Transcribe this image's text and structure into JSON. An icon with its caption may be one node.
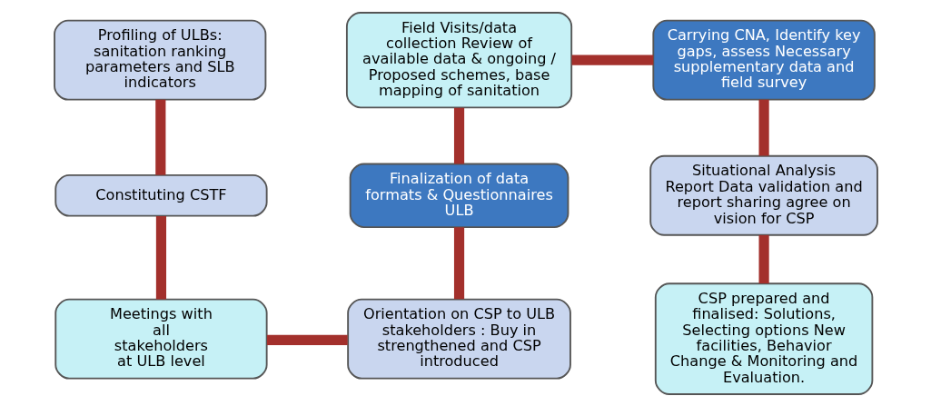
{
  "diagram": {
    "nodes": [
      {
        "text": [
          "Profiling of ULBs: sanitation ranking parameters and SLB indicators"
        ]
      },
      {
        "text": [
          "Field Visits/data collection Review of available data & ongoing / Proposed schemes, base mapping of sanitation"
        ]
      },
      {
        "text": [
          "Carrying CNA, Identify key gaps, assess Necessary supplementary data and field survey"
        ]
      },
      {
        "text": [
          "Constituting CSTF"
        ]
      },
      {
        "text": [
          "Finalization of data formats & Questionnaires ULB"
        ]
      },
      {
        "text": [
          "Situational Analysis Report Data validation and report sharing agree on vision for CSP"
        ]
      },
      {
        "text": [
          "Meetings with all stakeholders at ULB level"
        ]
      },
      {
        "text": [
          "Orientation on CSP to ULB stakeholders : Buy in strengthened and CSP introduced"
        ]
      },
      {
        "text": [
          "CSP prepared and finalised: Solutions, Selecting options New facilities, Behavior Change & Monitoring and Evaluation."
        ]
      }
    ],
    "edges": [
      {
        "from": 0,
        "to": 3,
        "arrow": "none"
      },
      {
        "from": 3,
        "to": 6,
        "arrow": "none"
      },
      {
        "from": 6,
        "to": 7,
        "arrow": "none"
      },
      {
        "from": 7,
        "to": 4,
        "arrow": "none"
      },
      {
        "from": 4,
        "to": 1,
        "arrow": "none"
      },
      {
        "from": 1,
        "to": 2,
        "arrow": "none"
      },
      {
        "from": 2,
        "to": 5,
        "arrow": "none"
      },
      {
        "from": 5,
        "to": 8,
        "arrow": "none"
      }
    ]
  }
}
